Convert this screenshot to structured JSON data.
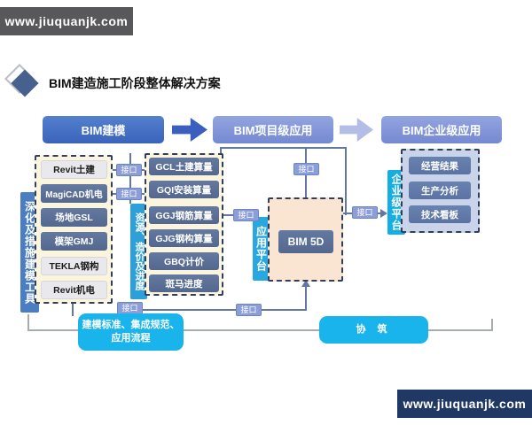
{
  "watermark": {
    "top": "www.jiuquanjk.com",
    "bottom": "www.jiuquanjk.com"
  },
  "title": "BIM建造施工阶段整体解决方案",
  "flow": {
    "stage1": "BIM建模",
    "stage2": "BIM项目级应用",
    "stage3": "BIM企业级应用"
  },
  "connector_label": "接口",
  "modeling_group": {
    "side_label": "深化及措施建模工具",
    "tools": [
      {
        "label": "Revit土建",
        "style": "light"
      },
      {
        "label": "MagiCAD机电",
        "style": "dark"
      },
      {
        "label": "场地GSL",
        "style": "dark"
      },
      {
        "label": "模架GMJ",
        "style": "dark"
      },
      {
        "label": "TEKLA钢构",
        "style": "light"
      },
      {
        "label": "Revit机电",
        "style": "light"
      }
    ]
  },
  "cost_group": {
    "side_label": "资源、造价及进度",
    "tools": [
      {
        "label": "GCL土建算量"
      },
      {
        "label": "GQI安装算量"
      },
      {
        "label": "GGJ钢筋算量"
      },
      {
        "label": "GJG钢构算量"
      },
      {
        "label": "GBQ计价"
      },
      {
        "label": "斑马进度"
      }
    ]
  },
  "platform_group": {
    "side_label": "应用平台",
    "core": "BIM 5D"
  },
  "enterprise_group": {
    "side_label": "企业级平台",
    "apps": [
      {
        "label": "经营结果"
      },
      {
        "label": "生产分析"
      },
      {
        "label": "技术看板"
      }
    ]
  },
  "bottom": {
    "standards_line1": "建模标准、集成规范、",
    "standards_line2": "应用流程",
    "collaboration": "协 筑"
  },
  "colors": {
    "primary_blue": "#3a63ba",
    "secondary_blue": "#7589d2",
    "slate_button": "#5a73a2",
    "cyan_bar": "#2ea0d9",
    "bright_cyan": "#1ab4ec",
    "cream_panel": "#fbf5de",
    "peach_panel": "#fae5d2",
    "periwinkle_panel": "#c9d4ea",
    "watermark_top_bg": "#58585a",
    "watermark_bottom_bg": "#203864"
  }
}
